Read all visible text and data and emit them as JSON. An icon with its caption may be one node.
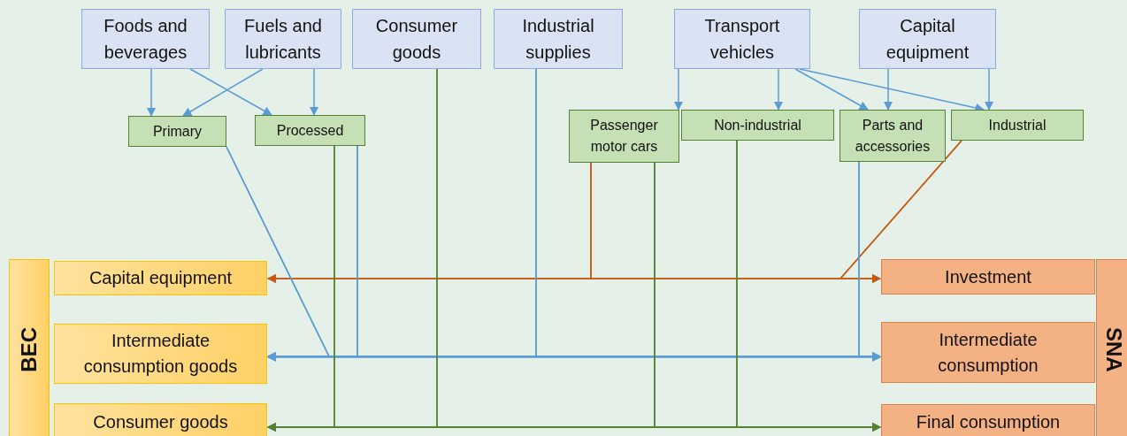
{
  "diagram": {
    "nodes": [
      {
        "text": [
          "Foods and beverages"
        ]
      },
      {
        "text": [
          "Fuels and lubricants"
        ]
      },
      {
        "text": [
          "Consumer goods"
        ]
      },
      {
        "text": [
          "Industrial supplies"
        ]
      },
      {
        "text": [
          "Transport vehicles"
        ]
      },
      {
        "text": [
          "Capital equipment"
        ]
      },
      {
        "text": [
          "Primary"
        ]
      },
      {
        "text": [
          "Processed"
        ]
      },
      {
        "text": [
          "Passenger motor cars"
        ]
      },
      {
        "text": [
          "Non-industrial"
        ]
      },
      {
        "text": [
          "Parts and accessories"
        ]
      },
      {
        "text": [
          "Industrial"
        ]
      },
      {
        "text": [
          "BEC"
        ]
      },
      {
        "text": [
          "Capital equipment"
        ]
      },
      {
        "text": [
          "Intermediate consumption goods"
        ]
      },
      {
        "text": [
          "Consumer goods"
        ]
      },
      {
        "text": [
          "SNA"
        ]
      },
      {
        "text": [
          "Investment"
        ]
      },
      {
        "text": [
          "Intermediate consumption"
        ]
      },
      {
        "text": [
          "Final consumption"
        ]
      }
    ],
    "edges": [
      {
        "from": 0,
        "to": 6,
        "arrow": "to"
      },
      {
        "from": 0,
        "to": 7,
        "arrow": "to"
      },
      {
        "from": 1,
        "to": 6,
        "arrow": "to"
      },
      {
        "from": 1,
        "to": 7,
        "arrow": "to"
      },
      {
        "from": 4,
        "to": 8,
        "arrow": "to"
      },
      {
        "from": 4,
        "to": 9,
        "arrow": "to"
      },
      {
        "from": 4,
        "to": 10,
        "arrow": "to"
      },
      {
        "from": 4,
        "to": 11,
        "arrow": "to"
      },
      {
        "from": 5,
        "to": 10,
        "arrow": "to"
      },
      {
        "from": 5,
        "to": 11,
        "arrow": "to"
      },
      {
        "from": 8,
        "to": 13,
        "arrow": "to",
        "color": "#c55a11"
      },
      {
        "from": 8,
        "to": 17,
        "arrow": "to",
        "color": "#c55a11"
      },
      {
        "from": 11,
        "to": 13,
        "arrow": "to",
        "color": "#c55a11"
      },
      {
        "from": 11,
        "to": 17,
        "arrow": "to",
        "color": "#c55a11"
      },
      {
        "from": 6,
        "to": 14,
        "arrow": "to"
      },
      {
        "from": 6,
        "to": 18,
        "arrow": "to"
      },
      {
        "from": 7,
        "to": 14,
        "arrow": "to"
      },
      {
        "from": 7,
        "to": 18,
        "arrow": "to"
      },
      {
        "from": 3,
        "to": 14,
        "arrow": "to"
      },
      {
        "from": 3,
        "to": 18,
        "arrow": "to"
      },
      {
        "from": 10,
        "to": 14,
        "arrow": "to"
      },
      {
        "from": 10,
        "to": 18,
        "arrow": "to"
      },
      {
        "from": 7,
        "to": 15,
        "arrow": "to",
        "color": "#548235"
      },
      {
        "from": 7,
        "to": 19,
        "arrow": "to",
        "color": "#548235"
      },
      {
        "from": 2,
        "to": 15,
        "arrow": "to",
        "color": "#548235"
      },
      {
        "from": 2,
        "to": 19,
        "arrow": "to",
        "color": "#548235"
      },
      {
        "from": 8,
        "to": 15,
        "arrow": "to",
        "color": "#548235"
      },
      {
        "from": 8,
        "to": 19,
        "arrow": "to",
        "color": "#548235"
      },
      {
        "from": 9,
        "to": 15,
        "arrow": "to",
        "color": "#548235"
      },
      {
        "from": 9,
        "to": 19,
        "arrow": "to",
        "color": "#548235"
      }
    ]
  }
}
